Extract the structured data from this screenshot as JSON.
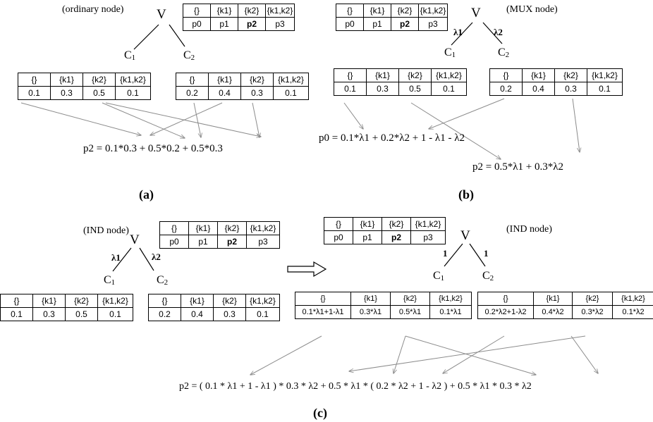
{
  "headers": [
    "{}",
    "{k1}",
    "{k2}",
    "{k1,k2}"
  ],
  "prob_row": [
    "p0",
    "p1",
    "p2",
    "p3"
  ],
  "bold_prob": "p2",
  "panel_a": {
    "caption": "(ordinary node)",
    "node": "V",
    "child1": "C1",
    "child2": "C2",
    "c1_values": [
      "0.1",
      "0.3",
      "0.5",
      "0.1"
    ],
    "c2_values": [
      "0.2",
      "0.4",
      "0.3",
      "0.1"
    ],
    "formula": "p2  =  0.1*0.3  +  0.5*0.2  +  0.5*0.3",
    "label": "(a)"
  },
  "panel_b": {
    "caption": "(MUX node)",
    "node": "V",
    "child1": "C1",
    "child2": "C2",
    "lambda1": "λ1",
    "lambda2": "λ2",
    "c1_values": [
      "0.1",
      "0.3",
      "0.5",
      "0.1"
    ],
    "c2_values": [
      "0.2",
      "0.4",
      "0.3",
      "0.1"
    ],
    "formula_p0": "p0  =  0.1*λ1  +  0.2*λ2  +  1 - λ1 - λ2",
    "formula_p2": "p2  =  0.5*λ1  +  0.3*λ2",
    "label": "(b)"
  },
  "panel_c": {
    "caption_left": "(IND node)",
    "caption_right": "(IND node)",
    "node_left": "V",
    "node_right": "V",
    "child1": "C1",
    "child2": "C2",
    "lambda1": "λ1",
    "lambda2": "λ2",
    "weight1": "1",
    "weight2": "1",
    "c1_values": [
      "0.1",
      "0.3",
      "0.5",
      "0.1"
    ],
    "c2_values": [
      "0.2",
      "0.4",
      "0.3",
      "0.1"
    ],
    "c1_scaled": [
      "0.1*λ1+1-λ1",
      "0.3*λ1",
      "0.5*λ1",
      "0.1*λ1"
    ],
    "c2_scaled": [
      "0.2*λ2+1-λ2",
      "0.4*λ2",
      "0.3*λ2",
      "0.1*λ2"
    ],
    "formula": "p2  =  ( 0.1 * λ1 + 1 - λ1 ) * 0.3 * λ2  +  0.5 * λ1 * ( 0.2 * λ2 + 1 - λ2 )  +  0.5 * λ1 * 0.3 * λ2",
    "label": "(c)"
  },
  "colors": {
    "line": "#000000",
    "arrow": "#999999"
  }
}
